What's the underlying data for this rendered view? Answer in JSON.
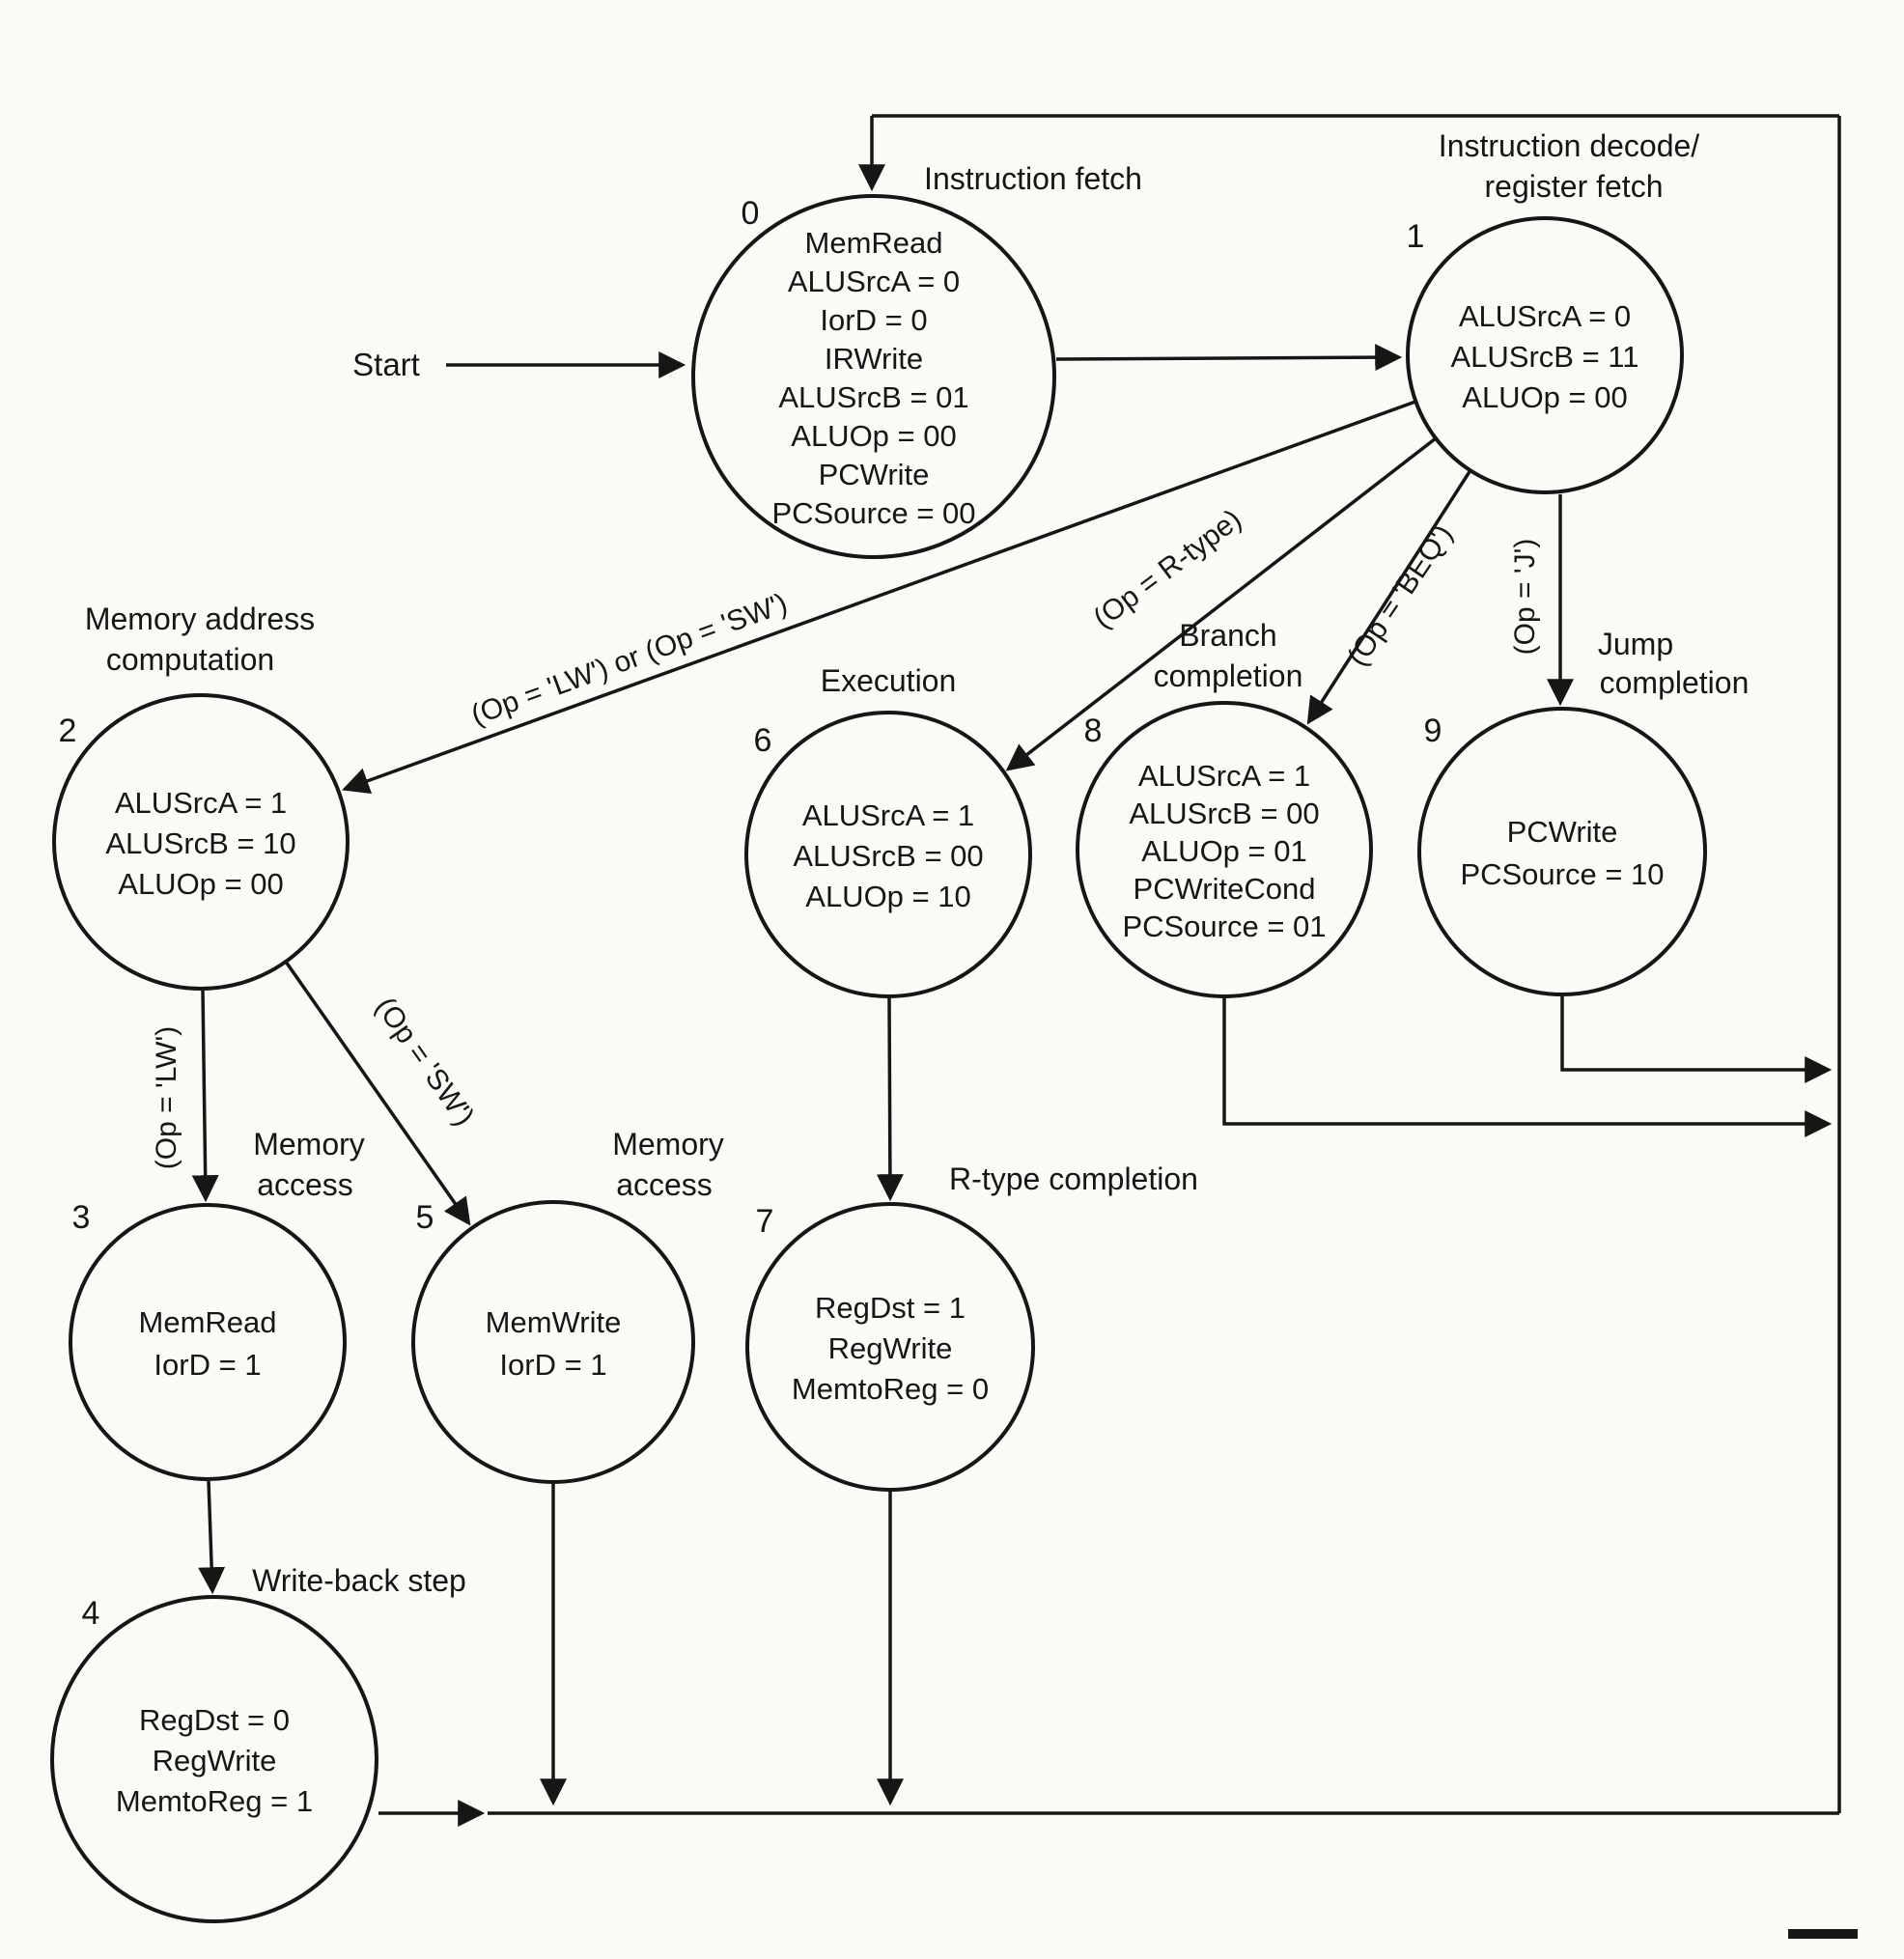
{
  "page": {
    "background": "#fbfaf7",
    "ink": "#161616"
  },
  "start_label": "Start",
  "states": {
    "s0": {
      "number": "0",
      "caption": [
        "Instruction fetch"
      ],
      "lines": [
        "MemRead",
        "ALUSrcA = 0",
        "IorD = 0",
        "IRWrite",
        "ALUSrcB = 01",
        "ALUOp = 00",
        "PCWrite",
        "PCSource = 00"
      ]
    },
    "s1": {
      "number": "1",
      "caption": [
        "Instruction decode/",
        "register fetch"
      ],
      "lines": [
        "ALUSrcA = 0",
        "ALUSrcB = 11",
        "ALUOp = 00"
      ]
    },
    "s2": {
      "number": "2",
      "caption": [
        "Memory address",
        "computation"
      ],
      "lines": [
        "ALUSrcA = 1",
        "ALUSrcB = 10",
        "ALUOp = 00"
      ]
    },
    "s3": {
      "number": "3",
      "caption": [
        "Memory",
        "access"
      ],
      "lines": [
        "MemRead",
        "IorD = 1"
      ]
    },
    "s4": {
      "number": "4",
      "caption": [
        "Write-back step"
      ],
      "lines": [
        "RegDst = 0",
        "RegWrite",
        "MemtoReg = 1"
      ]
    },
    "s5": {
      "number": "5",
      "caption": [
        "Memory",
        "access"
      ],
      "lines": [
        "MemWrite",
        "IorD = 1"
      ]
    },
    "s6": {
      "number": "6",
      "caption": [
        "Execution"
      ],
      "lines": [
        "ALUSrcA = 1",
        "ALUSrcB = 00",
        "ALUOp = 10"
      ]
    },
    "s7": {
      "number": "7",
      "caption": [
        "R-type completion"
      ],
      "lines": [
        "RegDst = 1",
        "RegWrite",
        "MemtoReg = 0"
      ]
    },
    "s8": {
      "number": "8",
      "caption": [
        "Branch",
        "completion"
      ],
      "lines": [
        "ALUSrcA = 1",
        "ALUSrcB = 00",
        "ALUOp = 01",
        "PCWriteCond",
        "PCSource = 01"
      ]
    },
    "s9": {
      "number": "9",
      "caption": [
        "Jump",
        "completion"
      ],
      "lines": [
        "PCWrite",
        "PCSource = 10"
      ]
    }
  },
  "edges": {
    "lw_or_sw": "(Op = 'LW') or (Op = 'SW')",
    "rtype": "(Op = R-type)",
    "beq": "(Op = 'BEQ')",
    "jump": "(Op = 'J')",
    "lw": "(Op = 'LW')",
    "sw": "(Op = 'SW')"
  }
}
